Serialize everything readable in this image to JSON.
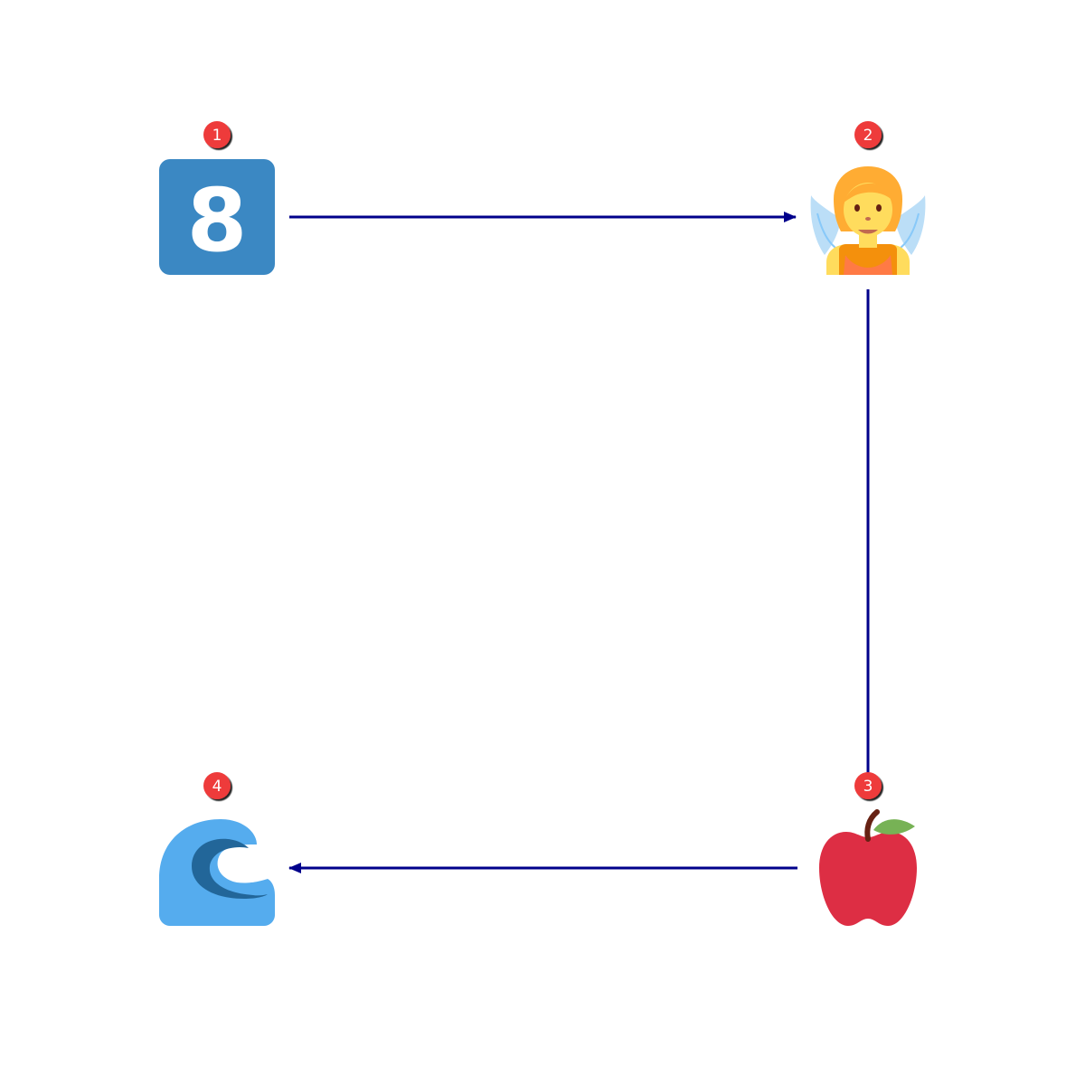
{
  "diagram": {
    "nodes": [
      {
        "id": 1,
        "badge": "1",
        "icon": "keycap-digit-eight-icon",
        "digit": "8"
      },
      {
        "id": 2,
        "badge": "2",
        "icon": "fairy-icon"
      },
      {
        "id": 3,
        "badge": "3",
        "icon": "red-apple-icon"
      },
      {
        "id": 4,
        "badge": "4",
        "icon": "water-wave-icon"
      }
    ],
    "edges": [
      {
        "from": 1,
        "to": 2,
        "arrow": true
      },
      {
        "from": 2,
        "to": 3,
        "arrow": false
      },
      {
        "from": 3,
        "to": 4,
        "arrow": true
      }
    ],
    "colors": {
      "edge": "#00008b",
      "badge": "#ee3b3b",
      "keycap": "#3b88c3",
      "wave": "#55acee",
      "apple": "#dd2e44"
    }
  }
}
